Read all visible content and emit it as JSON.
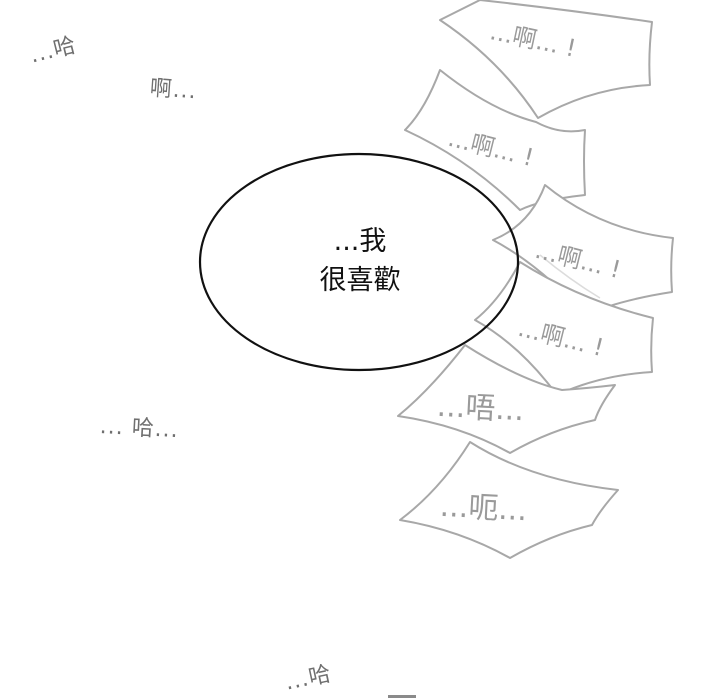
{
  "panel": {
    "background": "#ffffff",
    "ink_color": "#111111",
    "sfx_color": "#6f6f6f",
    "bubble_outline_color": "#a8a8a8"
  },
  "speech_bubble": {
    "line1": "...我",
    "line2": "很喜歡"
  },
  "background_sfx": [
    {
      "text": "...哈"
    },
    {
      "text": "啊..."
    },
    {
      "text": "... 哈..."
    },
    {
      "text": "...哈"
    }
  ],
  "burst_bubbles": [
    {
      "text": "...啊... !"
    },
    {
      "text": "...啊... !"
    },
    {
      "text": "...啊... !"
    },
    {
      "text": "...啊... !"
    },
    {
      "text": "...唔..."
    },
    {
      "text": "...呃..."
    }
  ]
}
